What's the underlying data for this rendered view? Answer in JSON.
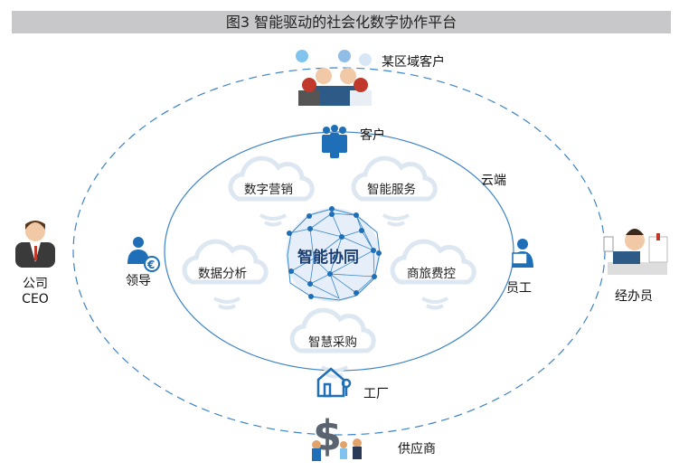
{
  "title": "图3 智能驱动的社会化数字协作平台",
  "nodes": {
    "regional_customers": "某区域客户",
    "customers": "客户",
    "cloud": "云端",
    "ceo": "公司\nCEO",
    "ceo_line1": "公司",
    "ceo_line2": "CEO",
    "leader": "领导",
    "employee": "员工",
    "agent": "经办员",
    "factory": "工厂",
    "supplier": "供应商"
  },
  "services": {
    "digital_marketing": "数字营销",
    "smart_service": "智能服务",
    "data_analysis": "数据分析",
    "travel_expense": "商旅费控",
    "smart_procurement": "智慧采购"
  },
  "center": "智能协同",
  "colors": {
    "accent": "#2a72b8",
    "dark_blue": "#1b3f73",
    "cloud": "#dde7f2",
    "title_bg": "#c8c8ca"
  }
}
